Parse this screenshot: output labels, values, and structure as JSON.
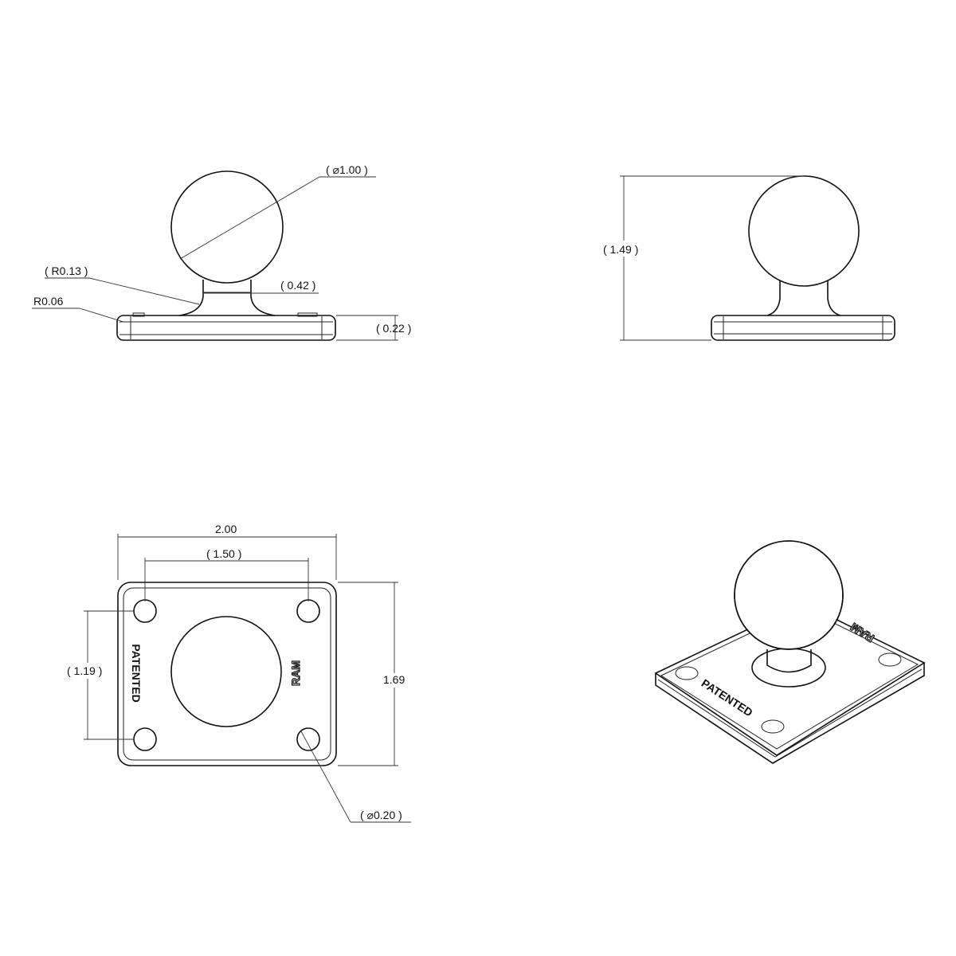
{
  "views": {
    "front": {
      "ball_diameter": "( ⌀1.00 )",
      "fillet_radius": "( R0.13 )",
      "neck_diameter": "( 0.42 )",
      "corner_radius": "R0.06",
      "base_thickness": "( 0.22 )"
    },
    "side": {
      "overall_height": "( 1.49 )"
    },
    "top": {
      "overall_width": "2.00",
      "hole_spacing_x": "( 1.50 )",
      "hole_spacing_y": "( 1.19 )",
      "overall_depth": "1.69",
      "hole_diameter": "( ⌀0.20 )",
      "embossed_left": "PATENTED",
      "embossed_right": "RAM"
    },
    "isometric": {
      "embossed_left": "PATENTED",
      "embossed_right": "RAM"
    }
  }
}
